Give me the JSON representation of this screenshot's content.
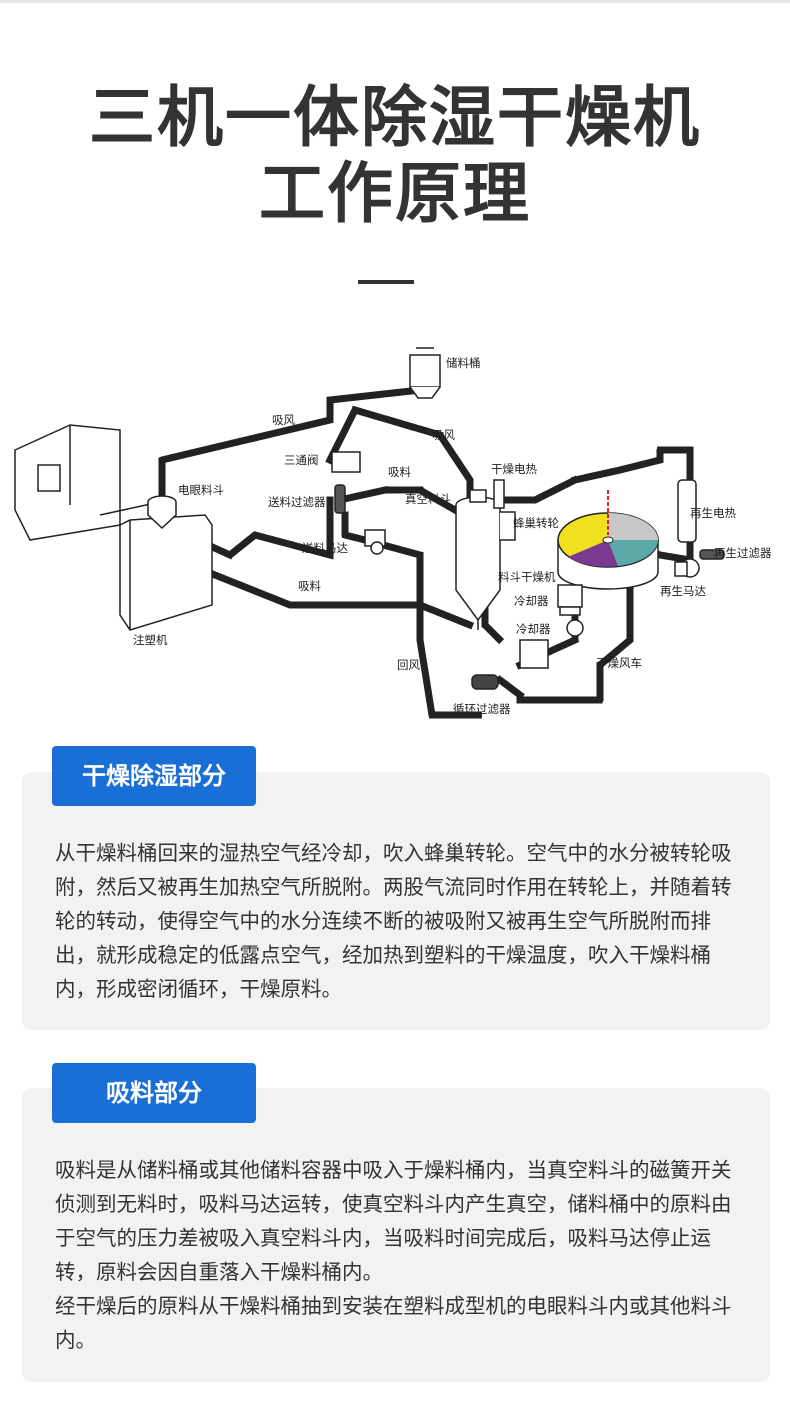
{
  "page": {
    "title_line1": "三机一体除湿干燥机",
    "title_line2": "工作原理"
  },
  "diagram": {
    "labels": {
      "storage_bin": "储料桶",
      "suction_air_1": "吸风",
      "suction_air_2": "吸风",
      "three_way_valve": "三通阀",
      "suction_1": "吸料",
      "dry_heating": "干燥电热",
      "electric_eye_hopper": "电眼料斗",
      "feed_filter": "送料过滤器",
      "vacuum_hopper": "真空料斗",
      "honeycomb_rotor": "蜂巢转轮",
      "regen_heating": "再生电热",
      "regen_filter": "再生过滤器",
      "feed_motor": "送料马达",
      "hopper_dryer": "料斗干燥机",
      "regen_motor": "再生马达",
      "suction_2": "吸料",
      "cooler_1": "冷却器",
      "cooler_2": "冷却器",
      "injection_machine": "注塑机",
      "drying_fan": "干燥风车",
      "return_air": "回风",
      "circ_filter": "循环过滤器"
    },
    "rotor_colors": {
      "yellow": "#f0e01e",
      "purple": "#7a3a8f",
      "teal": "#5aa8a8",
      "gray": "#c8c8c8"
    }
  },
  "sections": {
    "drying": {
      "label": "干燥除湿部分",
      "text": "从干燥料桶回来的湿热空气经冷却，吹入蜂巢转轮。空气中的水分被转轮吸附，然后又被再生加热空气所脱附。两股气流同时作用在转轮上，并随着转轮的转动，使得空气中的水分连续不断的被吸附又被再生空气所脱附而排出，就形成稳定的低露点空气，经加热到塑料的干燥温度，吹入干燥料桶内，形成密闭循环，干燥原料。"
    },
    "suction": {
      "label": "吸料部分",
      "text_p1": "吸料是从储料桶或其他储料容器中吸入于燥料桶内，当真空料斗的磁簧开关侦测到无料时，吸料马达运转，使真空料斗内产生真空，储料桶中的原料由于空气的压力差被吸入真空料斗内，当吸料时间完成后，吸料马达停止运转，原料会因自重落入干燥料桶内。",
      "text_p2": "经干燥后的原料从干燥料桶抽到安装在塑料成型机的电眼料斗内或其他料斗内。"
    }
  }
}
